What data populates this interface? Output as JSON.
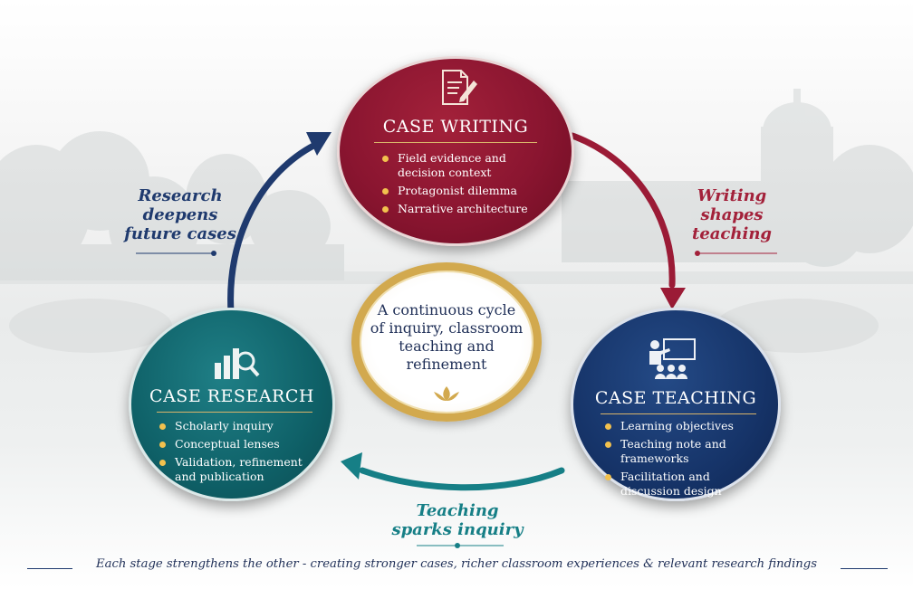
{
  "nodes": {
    "writing": {
      "title": "CASE WRITING",
      "icon": "document-edit-icon",
      "color": "#8a1530",
      "items": [
        "Field evidence and decision context",
        "Protagonist dilemma",
        "Narrative architecture"
      ]
    },
    "research": {
      "title": "CASE RESEARCH",
      "icon": "bar-chart-magnifier-icon",
      "color": "#0f6168",
      "items": [
        "Scholarly inquiry",
        "Conceptual lenses",
        "Validation, refinement and publication"
      ]
    },
    "teaching": {
      "title": "CASE TEACHING",
      "icon": "classroom-presenter-icon",
      "color": "#163469",
      "items": [
        "Learning objectives",
        "Teaching note and frameworks",
        "Facilitation and discussion design"
      ]
    }
  },
  "center": {
    "text": "A continuous cycle of inquiry, classroom teaching and refinement",
    "icon": "lotus-icon",
    "ring_color": "#d2a94e"
  },
  "flows": {
    "research_to_writing": {
      "line1": "Research",
      "line2": "deepens",
      "line3": "future cases",
      "color": "#1f3a6e"
    },
    "writing_to_teaching": {
      "line1": "Writing",
      "line2": "shapes",
      "line3": "teaching",
      "color": "#a3213a"
    },
    "teaching_to_research": {
      "line1": "Teaching",
      "line2": "sparks inquiry",
      "color": "#167f86"
    }
  },
  "footer": {
    "text": "Each stage strengthens the other - creating stronger cases, richer classroom experiences & relevant research findings"
  },
  "colors": {
    "gold": "#f2c14e",
    "navy": "#1f2f57"
  }
}
